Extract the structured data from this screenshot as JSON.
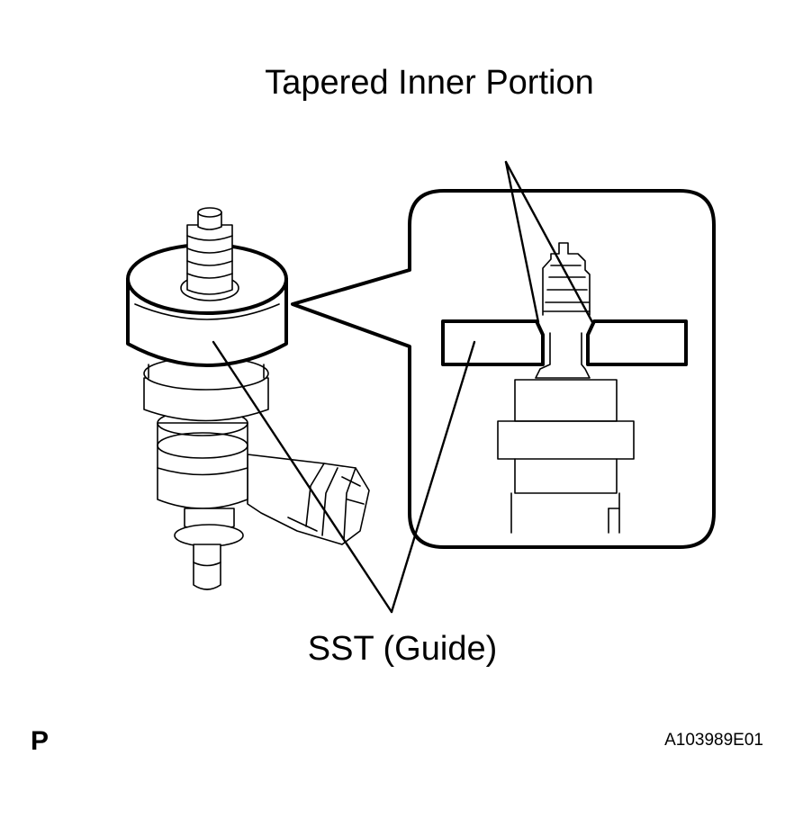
{
  "labels": {
    "tapered_inner_portion": "Tapered Inner Portion",
    "sst_guide": "SST (Guide)",
    "corner_mark": "P",
    "figure_id": "A103989E01"
  }
}
